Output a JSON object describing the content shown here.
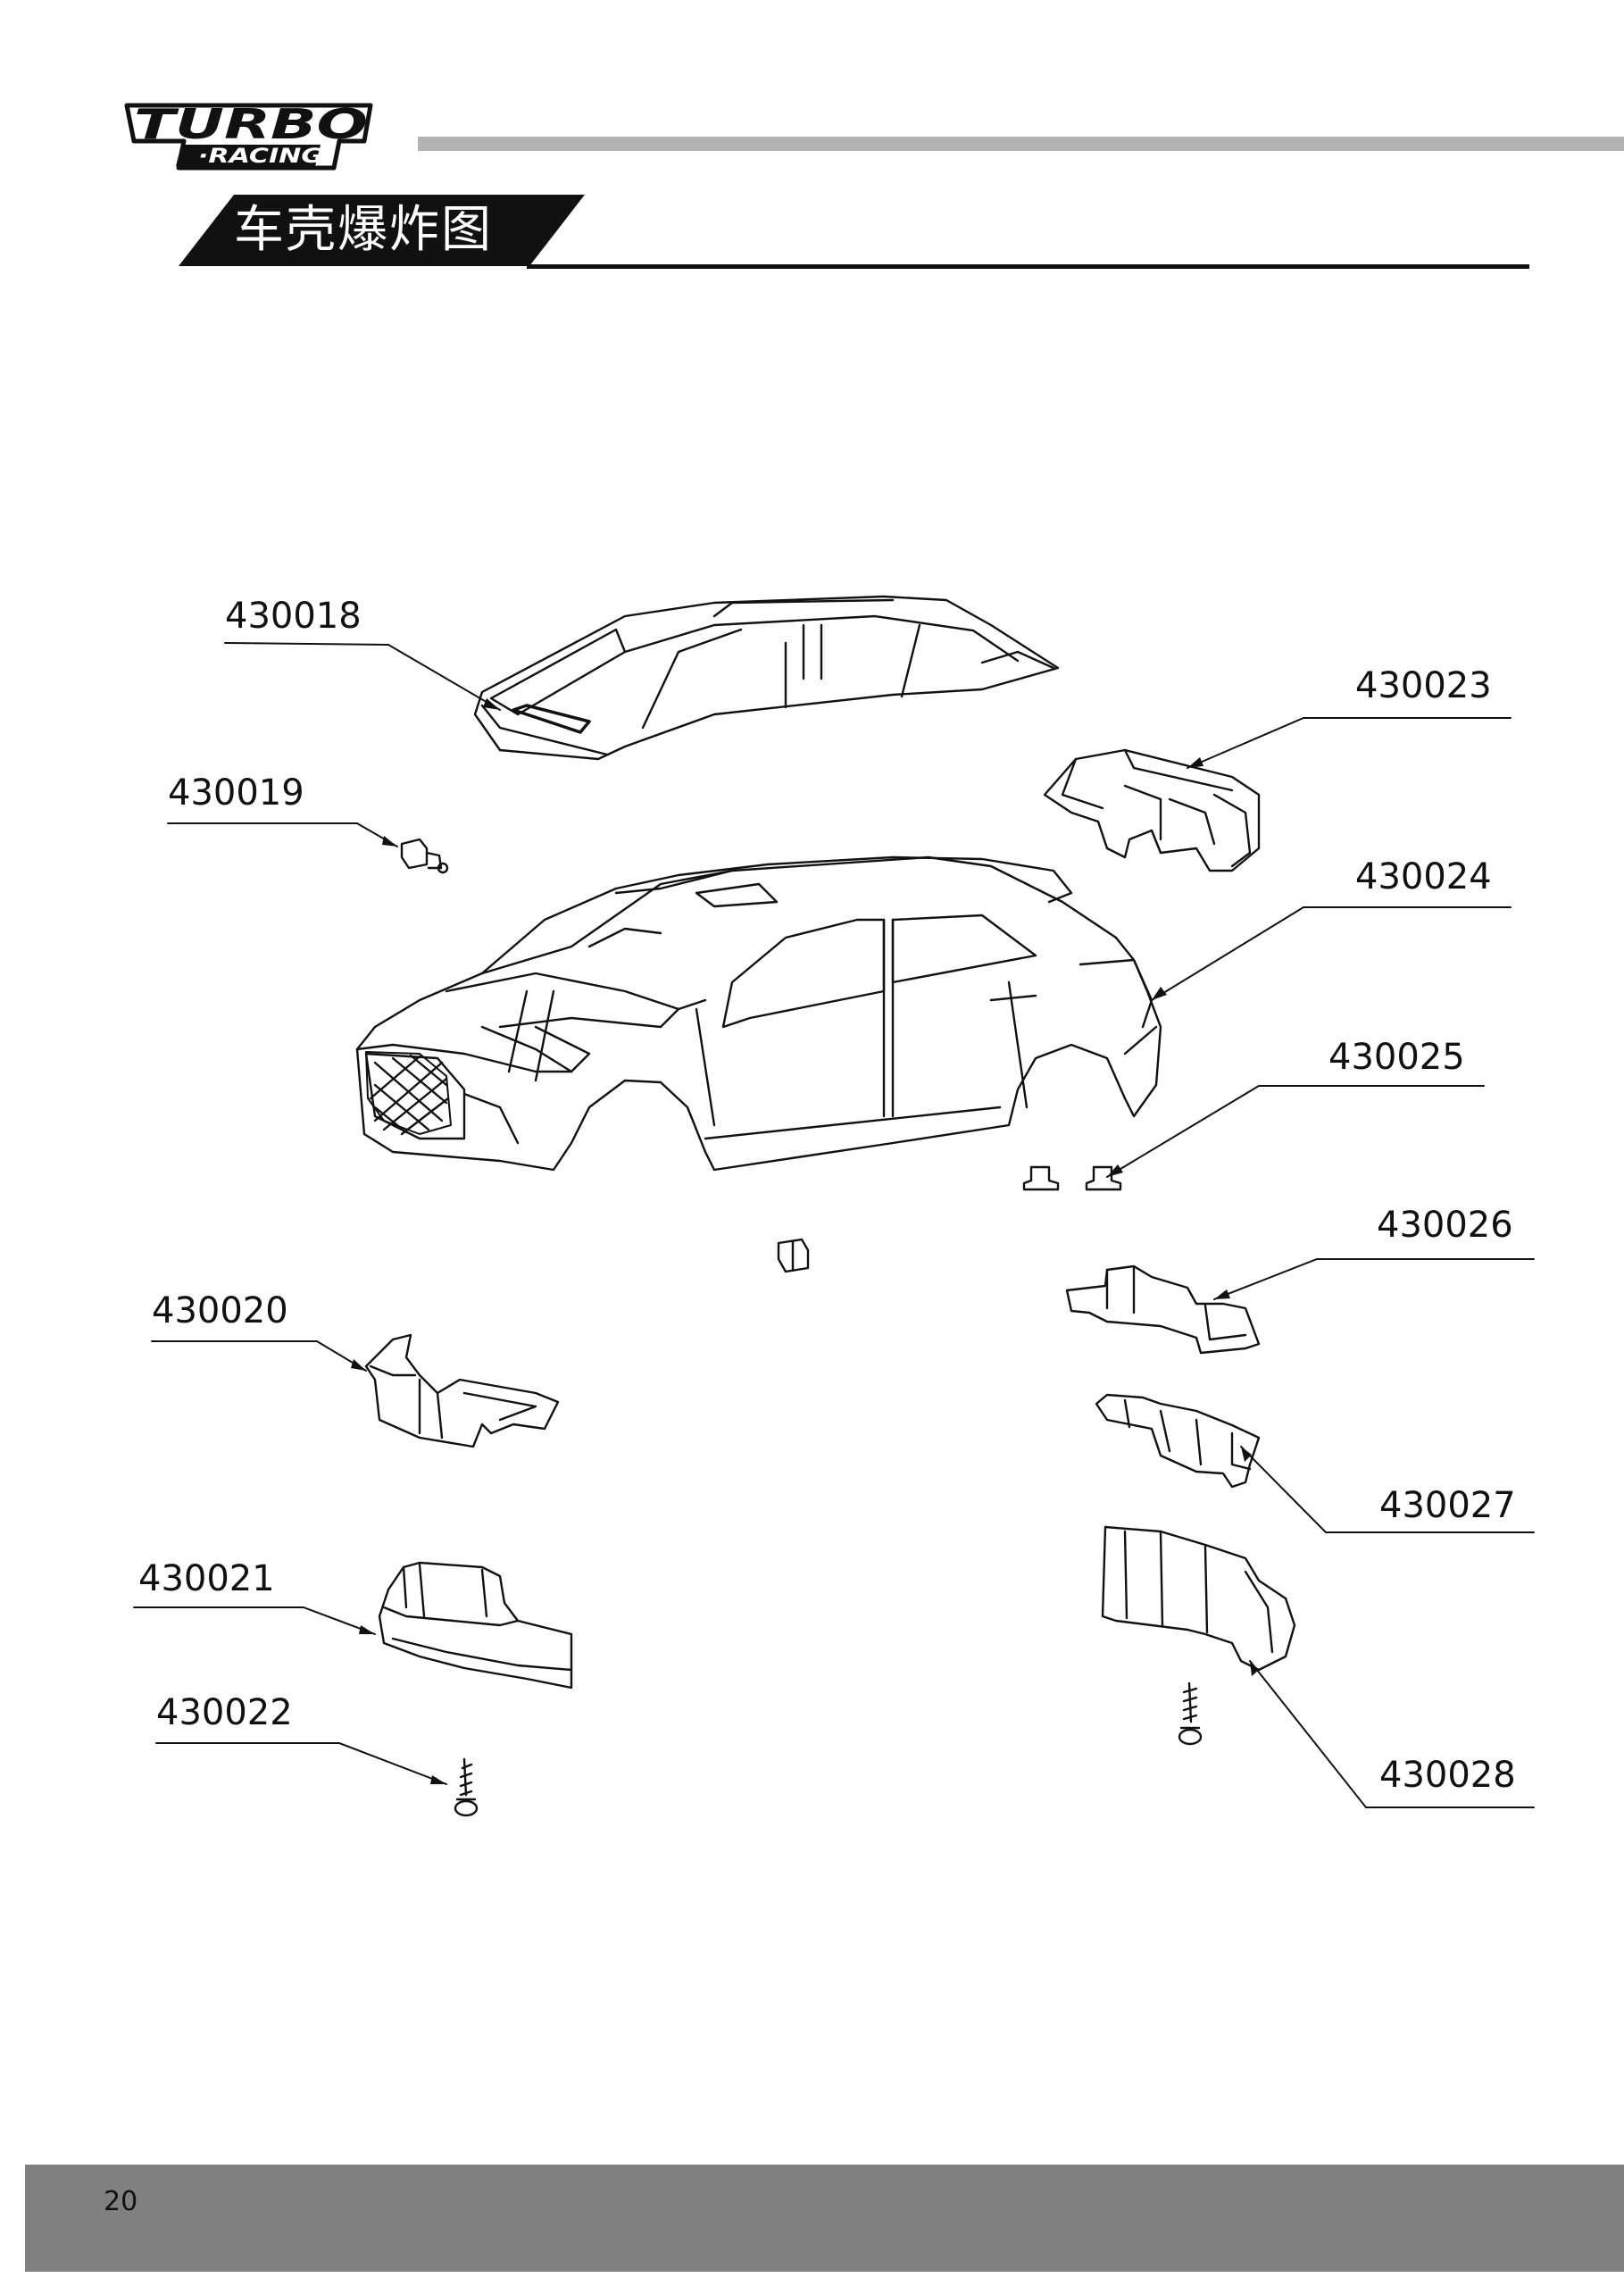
{
  "header": {
    "brand_logo_text": "TURBO RACING",
    "section_title": "车壳爆炸图"
  },
  "parts": [
    {
      "id": "p18",
      "label": "430018"
    },
    {
      "id": "p19",
      "label": "430019"
    },
    {
      "id": "p20",
      "label": "430020"
    },
    {
      "id": "p21",
      "label": "430021"
    },
    {
      "id": "p22",
      "label": "430022"
    },
    {
      "id": "p23",
      "label": "430023"
    },
    {
      "id": "p24",
      "label": "430024"
    },
    {
      "id": "p25",
      "label": "430025"
    },
    {
      "id": "p26",
      "label": "430026"
    },
    {
      "id": "p27",
      "label": "430027"
    },
    {
      "id": "p28",
      "label": "430028"
    }
  ],
  "footer": {
    "page_number": "20"
  },
  "colors": {
    "header_bar": "#b2b2b2",
    "footer_bar": "#808080",
    "ink": "#111111"
  }
}
